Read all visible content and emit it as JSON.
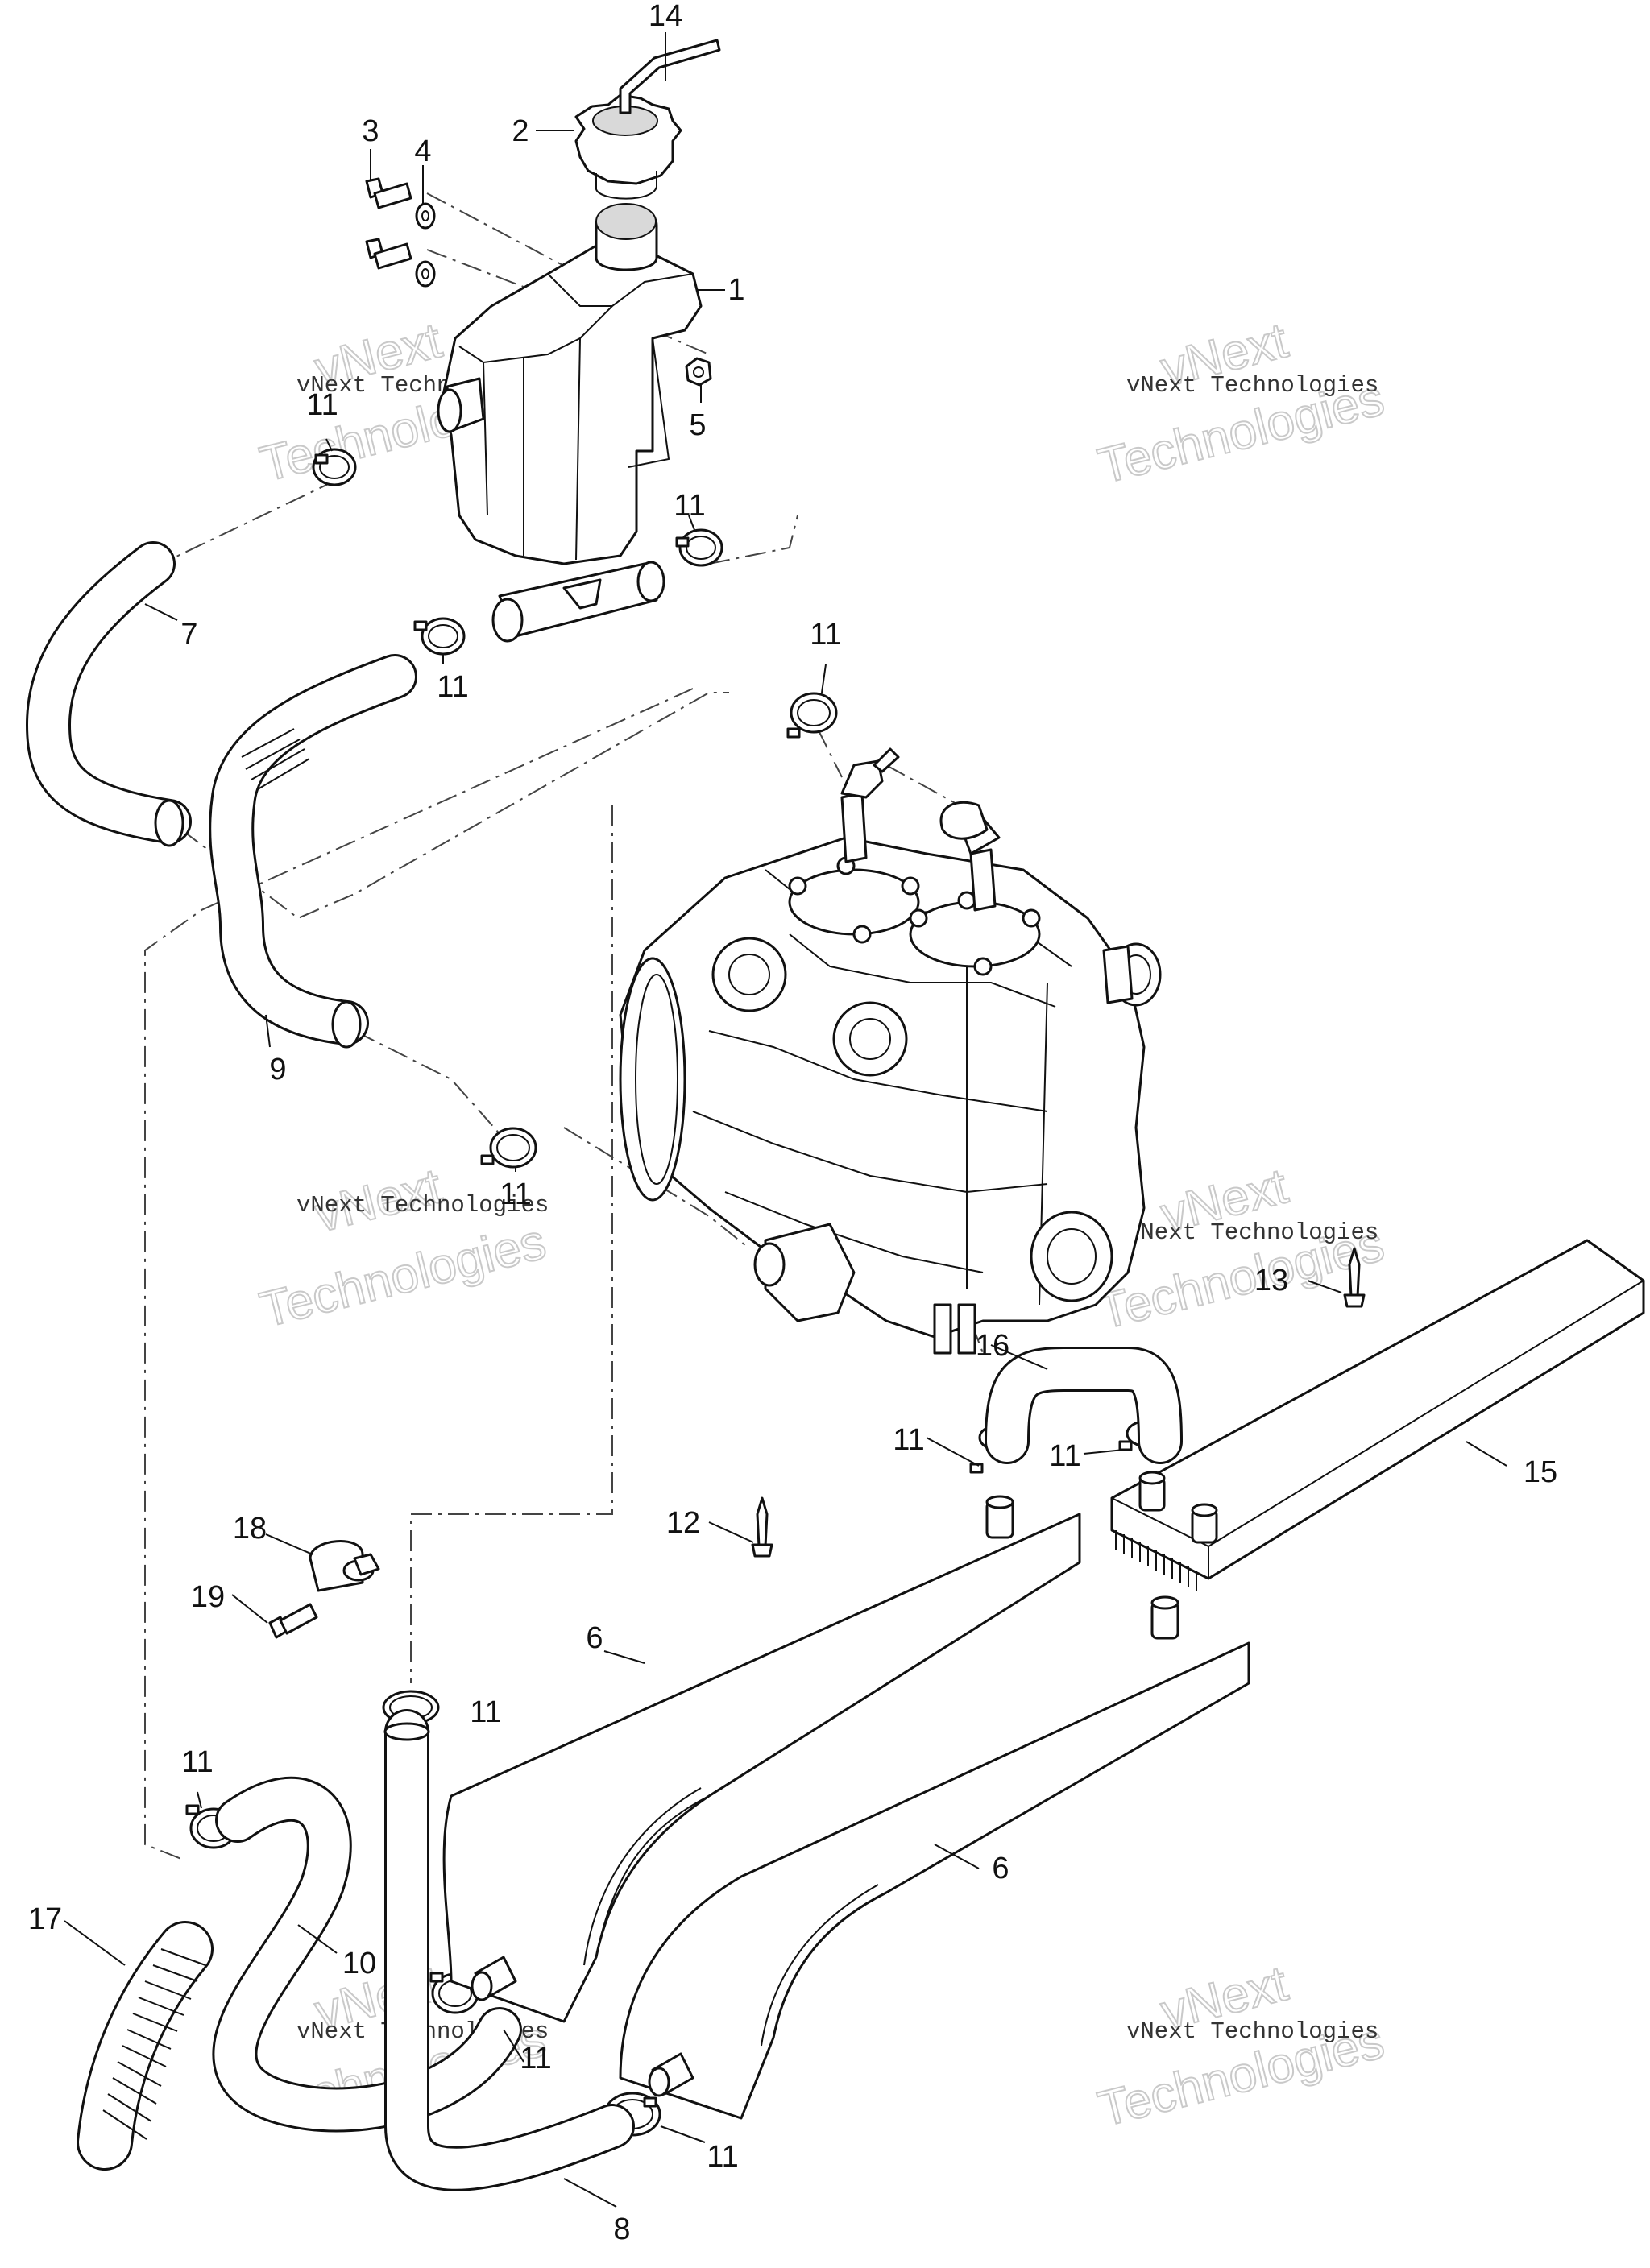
{
  "watermark": {
    "company": "vNext Technologies",
    "line1": "vNext",
    "line2": "Technologies"
  },
  "callouts": [
    "1",
    "2",
    "3",
    "4",
    "5",
    "6",
    "7",
    "8",
    "9",
    "10",
    "11",
    "12",
    "13",
    "14",
    "15",
    "16",
    "17",
    "18",
    "19"
  ]
}
